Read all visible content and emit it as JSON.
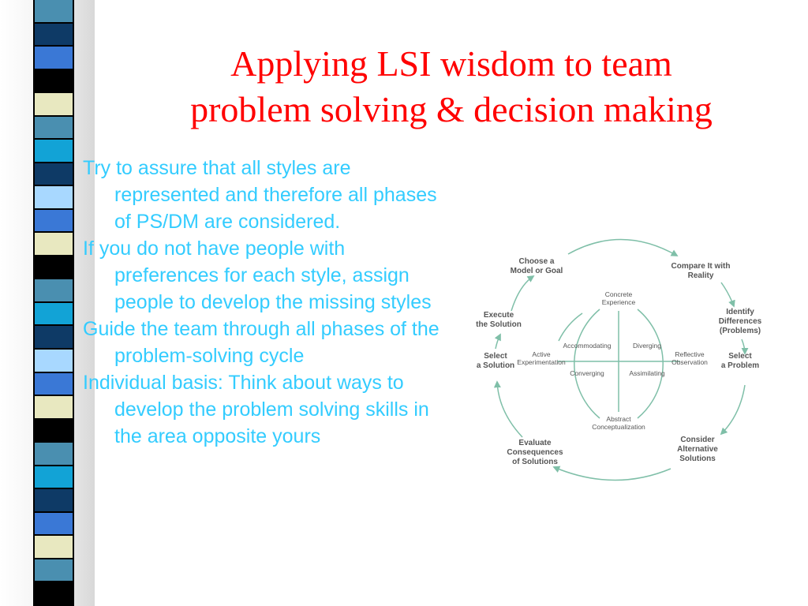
{
  "slide": {
    "title_lines": [
      "Applying LSI wisdom to team",
      "problem solving & decision making"
    ],
    "bullets": [
      "Try to assure that all styles are represented and therefore all phases of PS/DM are considered.",
      "If you do not have people with preferences for each style, assign people to develop the missing styles",
      "Guide the team through all phases of the problem-solving cycle",
      "Individual basis: Think about ways to develop the problem solving skills in the area opposite yours"
    ]
  },
  "colors": {
    "title": "#ff0000",
    "bullet_text": "#33ccff",
    "diagram_stroke": "#7fbfa8",
    "diagram_text": "#555555",
    "stripes": [
      "#4a8fb0",
      "#0e3a66",
      "#3a78d6",
      "#000000",
      "#e8e8c0",
      "#4a8fb0",
      "#12a3d6",
      "#0e3a66",
      "#a8d8ff",
      "#3a78d6",
      "#e8e8c0",
      "#000000",
      "#4a8fb0",
      "#12a3d6",
      "#0e3a66",
      "#a8d8ff",
      "#3a78d6",
      "#e8e8c0",
      "#000000",
      "#4a8fb0",
      "#12a3d6",
      "#0e3a66",
      "#3a78d6",
      "#e8e8c0",
      "#4a8fb0",
      "#000000"
    ]
  },
  "diagram": {
    "outer_steps": [
      [
        "Choose a",
        "Model or Goal"
      ],
      [
        "Compare It with",
        "Reality"
      ],
      [
        "Identify",
        "Differences",
        "(Problems)"
      ],
      [
        "Select",
        "a Problem"
      ],
      [
        "Consider",
        "Alternative",
        "Solutions"
      ],
      [
        "Evaluate",
        "Consequences",
        "of Solutions"
      ],
      [
        "Select",
        "a Solution"
      ],
      [
        "Execute",
        "the Solution"
      ]
    ],
    "poles": {
      "top": [
        "Concrete",
        "Experience"
      ],
      "right": [
        "Reflective",
        "Observation"
      ],
      "bottom": [
        "Abstract",
        "Conceptualization"
      ],
      "left": [
        "Active",
        "Experimentation"
      ]
    },
    "quadrants": {
      "top_left": "Accommodating",
      "top_right": "Diverging",
      "bottom_left": "Converging",
      "bottom_right": "Assimilating"
    }
  }
}
